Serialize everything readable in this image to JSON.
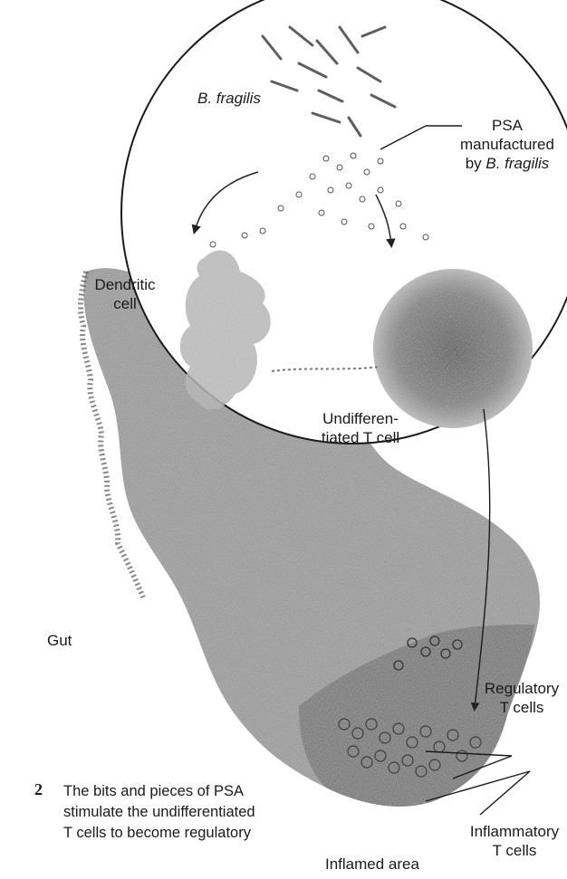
{
  "labels": {
    "bacteria": "B. fragilis",
    "psa_line1": "PSA",
    "psa_line2": "manufactured",
    "psa_line3_prefix": "by ",
    "psa_line3_italic": "B. fragilis",
    "dendritic_line1": "Dendritic",
    "dendritic_line2": "cell",
    "undiff_line1": "Undifferen-",
    "undiff_line2": "tiated T cell",
    "gut": "Gut",
    "regulatory_line1": "Regulatory",
    "regulatory_line2": "T cells",
    "inflammatory_line1": "Inflammatory",
    "inflammatory_line2": "T cells",
    "inflamed_area": "Inflamed area"
  },
  "caption": {
    "number": "2",
    "line1": "The bits and pieces of PSA",
    "line2": "stimulate the undifferentiated",
    "line3": "T cells to become regulatory"
  },
  "colors": {
    "gut_tissue": "#8c8c8c",
    "inflamed_tissue": "#6b6b6b",
    "line": "#222222"
  }
}
